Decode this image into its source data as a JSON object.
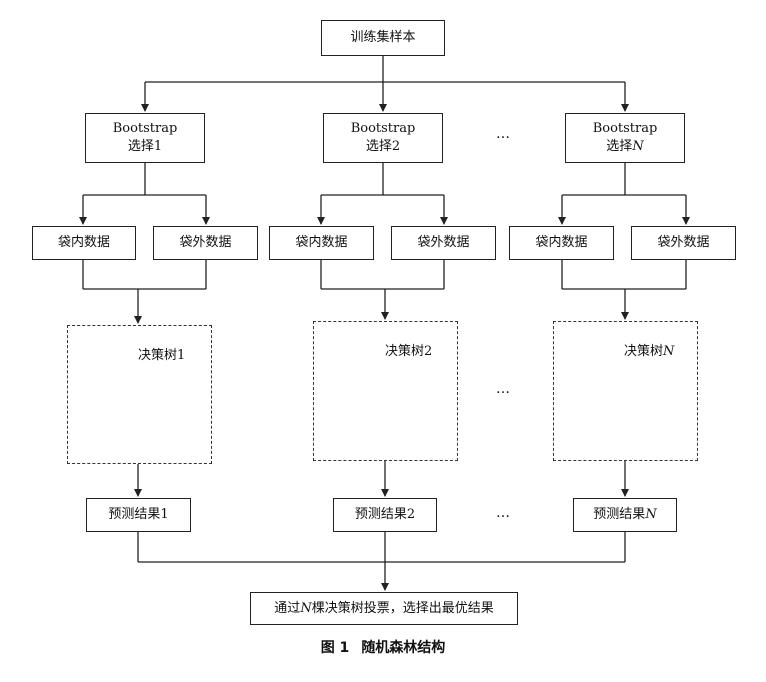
{
  "root": {
    "label": "训练集样本"
  },
  "columns": [
    {
      "bootstrap_line1": "Bootstrap",
      "bootstrap_line2": "选择",
      "bootstrap_index": "1",
      "in_bag": "袋内数据",
      "out_bag": "袋外数据",
      "tree_label": "决策树",
      "tree_index": "1",
      "result_label": "预测结果",
      "result_index": "1"
    },
    {
      "bootstrap_line1": "Bootstrap",
      "bootstrap_line2": "选择",
      "bootstrap_index": "2",
      "in_bag": "袋内数据",
      "out_bag": "袋外数据",
      "tree_label": "决策树",
      "tree_index": "2",
      "result_label": "预测结果",
      "result_index": "2"
    },
    {
      "bootstrap_line1": "Bootstrap",
      "bootstrap_line2": "选择",
      "bootstrap_index": "N",
      "in_bag": "袋内数据",
      "out_bag": "袋外数据",
      "tree_label": "决策树",
      "tree_index": "N",
      "result_label": "预测结果",
      "result_index": "N"
    }
  ],
  "ellipsis": "…",
  "vote": {
    "prefix": "通过",
    "n": "N",
    "suffix": "棵决策树投票，选择出最优结果"
  },
  "caption": {
    "figure": "图 1",
    "title": "随机森林结构"
  },
  "colors": {
    "node_fill": "#2db34a",
    "node_stroke": "#1f5f2a",
    "line": "#222222"
  }
}
